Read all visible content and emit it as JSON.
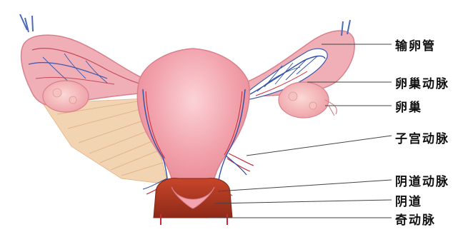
{
  "labels": {
    "fallopian_tube": "输卵管",
    "ovarian_artery": "卵巢动脉",
    "ovary": "卵巢",
    "uterine_artery": "子宫动脉",
    "vaginal_artery": "阴道动脉",
    "vagina": "阴道",
    "azygos_artery": "奇动脉"
  },
  "colors": {
    "uterus": "#f2a3ad",
    "uterus_highlight": "#f8c6cc",
    "tube": "#f0aeb6",
    "ligament": "#f3d4b2",
    "artery_red": "#c8283b",
    "vein_blue": "#2f4fa8",
    "cervix": "#a5321f"
  }
}
